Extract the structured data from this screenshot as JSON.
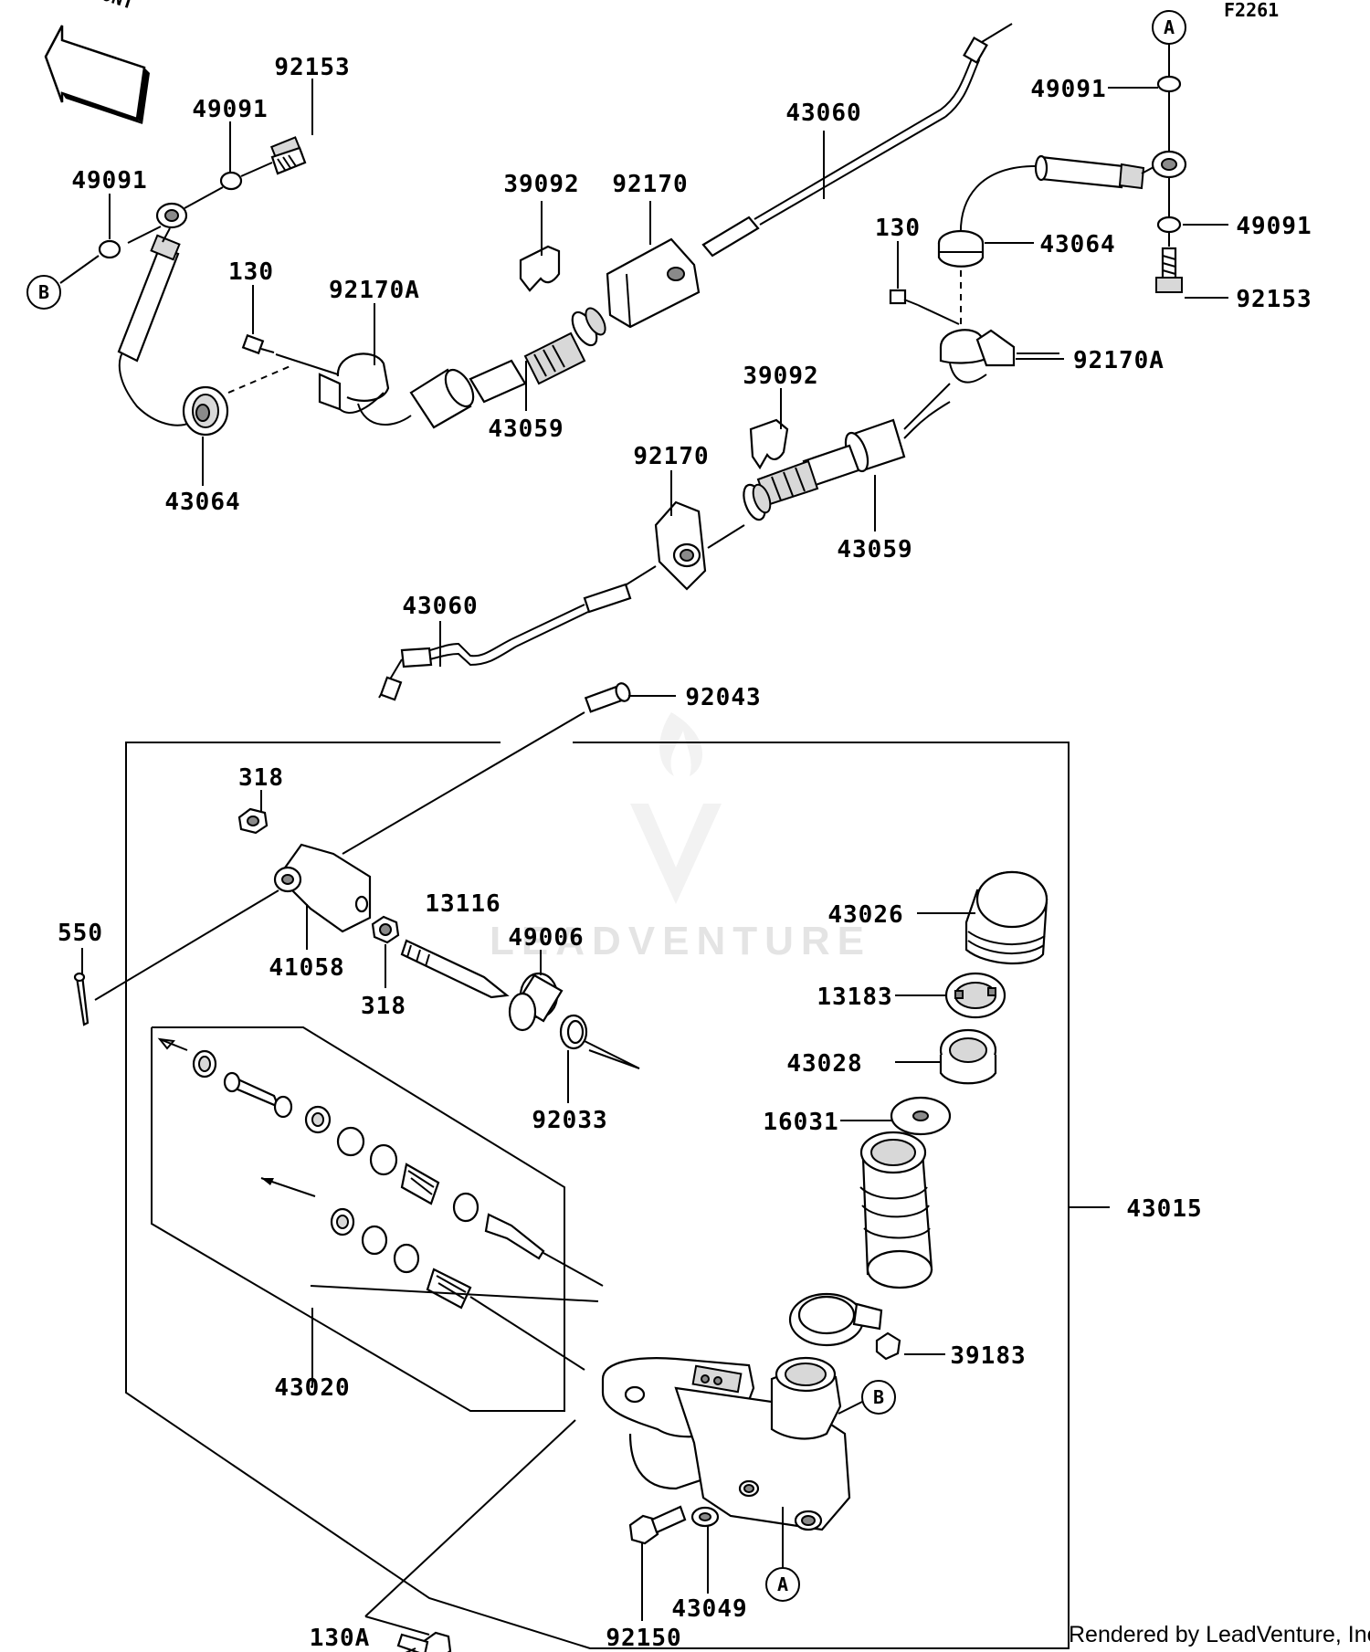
{
  "diagram": {
    "figure_id": "F2261",
    "front_label": "FRONT",
    "credit": "Rendered by LeadVenture, Inc.",
    "watermark": "LEADVENTURE",
    "ref_markers": {
      "a": "A",
      "b": "B"
    },
    "labels": {
      "p92153_l": "92153",
      "p49091_l1": "49091",
      "p49091_l2": "49091",
      "p130_l": "130",
      "p92170a_l": "92170A",
      "p43064_l": "43064",
      "p39092_t": "39092",
      "p92170_t": "92170",
      "p43059_t": "43059",
      "p43060_t": "43060",
      "p49091_r1": "49091",
      "p43064_r": "43064",
      "p130_r": "130",
      "p49091_r2": "49091",
      "p92153_r": "92153",
      "p92170a_r": "92170A",
      "p39092_b": "39092",
      "p92170_b": "92170",
      "p43059_b": "43059",
      "p43060_b": "43060",
      "p92043": "92043",
      "p318_a": "318",
      "p41058": "41058",
      "p318_b": "318",
      "p13116": "13116",
      "p49006": "49006",
      "p550": "550",
      "p92033": "92033",
      "p43026": "43026",
      "p13183": "13183",
      "p43028": "43028",
      "p16031": "16031",
      "p43015": "43015",
      "p39183": "39183",
      "p43020": "43020",
      "p43049": "43049",
      "p92150": "92150",
      "p130a": "130A"
    }
  }
}
